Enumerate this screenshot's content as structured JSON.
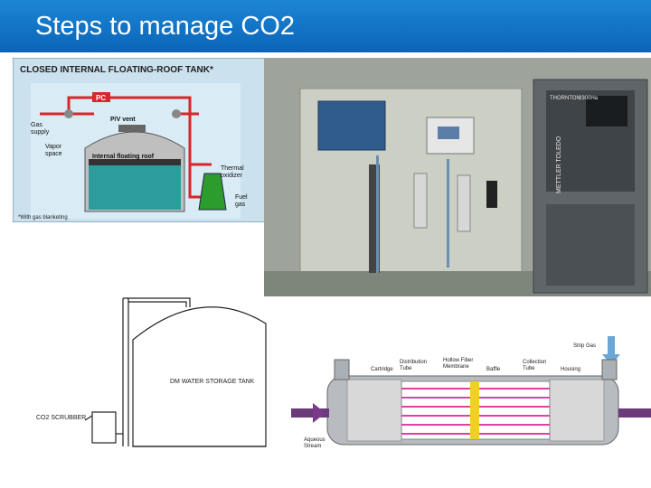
{
  "slide": {
    "title": "Steps to manage CO2"
  },
  "tank_diagram": {
    "heading": "CLOSED INTERNAL FLOATING-ROOF TANK*",
    "pc": "PC",
    "gas_supply": [
      "Gas",
      "supply"
    ],
    "pv_vent": "P/V vent",
    "vapor_space": [
      "Vapor",
      "space"
    ],
    "floating_roof": "Internal floating roof",
    "thermal_oxidizer": [
      "Thermal",
      "oxidizer"
    ],
    "fuel_gas": [
      "Fuel",
      "gas"
    ],
    "footnote": "*With gas blanketing"
  },
  "analyzer_photo": {
    "brand": "METTLER TOLEDO",
    "model": "THORNTON",
    "model_number": "2300Ha"
  },
  "storage_drawing": {
    "tank_label": "DM WATER STORAGE TANK",
    "scrubber_label": "CO2 SCRUBBER"
  },
  "membrane_diagram": {
    "labels": {
      "strip_gas": "Strip Gas",
      "cartridge": "Cartridge",
      "distribution_tube": [
        "Distribution",
        "Tube"
      ],
      "hollow_fiber": [
        "Hollow Fiber",
        "Membrane"
      ],
      "baffle": "Baffle",
      "collection_tube": [
        "Collection",
        "Tube"
      ],
      "housing": "Housing",
      "aqueous_stream": [
        "Aqueous",
        "Stream"
      ]
    }
  },
  "colors": {
    "title_bar": "#0a64b8",
    "tank_panel_bg": "#cbe1ee",
    "pipe_red": "#d8262c",
    "liquid_teal": "#2c9c9c",
    "fiber_pink": "#e23ea8",
    "baffle_yellow": "#f0d020"
  }
}
